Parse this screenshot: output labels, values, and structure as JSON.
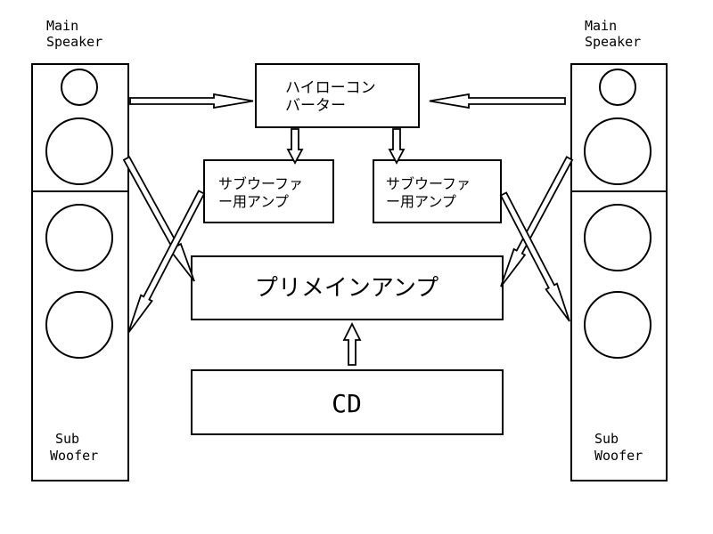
{
  "left_speaker": {
    "main_label": [
      "Main",
      "Speaker"
    ],
    "sub_label": [
      "Sub",
      "Woofer"
    ]
  },
  "right_speaker": {
    "main_label": [
      "Main",
      "Speaker"
    ],
    "sub_label": [
      "Sub",
      "Woofer"
    ]
  },
  "crossover": {
    "label": [
      "ハイローコン",
      "バーター"
    ]
  },
  "sub_amp_left": {
    "label": [
      "サブウーファ",
      "ー用アンプ"
    ]
  },
  "sub_amp_right": {
    "label": [
      "サブウーファ",
      "ー用アンプ"
    ]
  },
  "preamp": {
    "label": "プリメインアンプ"
  },
  "cd": {
    "label": "CD"
  },
  "colors": {
    "stroke": "#000000",
    "fill": "#ffffff"
  }
}
